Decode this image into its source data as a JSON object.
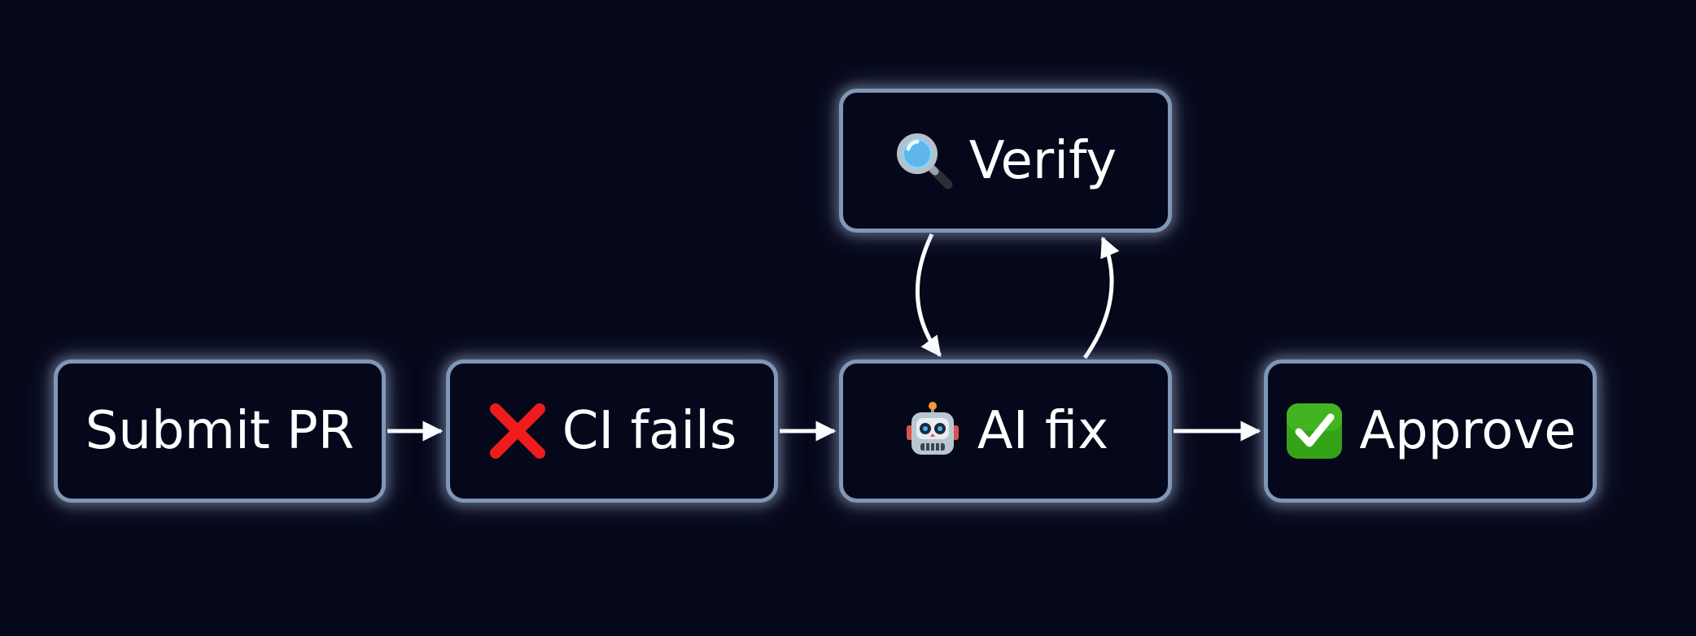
{
  "nodes": {
    "submit": {
      "label": "Submit PR",
      "icon": ""
    },
    "ci": {
      "label": "CI fails",
      "icon": "cross-mark-icon"
    },
    "aifix": {
      "label": "AI fix",
      "icon": "robot-icon"
    },
    "approve": {
      "label": "Approve",
      "icon": "check-mark-button-icon"
    },
    "verify": {
      "label": "Verify",
      "icon": "magnifying-glass-icon"
    }
  },
  "edges": [
    {
      "from": "Submit PR",
      "to": "CI fails"
    },
    {
      "from": "CI fails",
      "to": "AI fix"
    },
    {
      "from": "AI fix",
      "to": "Approve"
    },
    {
      "from": "AI fix",
      "to": "Verify"
    },
    {
      "from": "Verify",
      "to": "AI fix"
    }
  ],
  "colors": {
    "background": "#05071a",
    "node_border": "#7f97b8",
    "text": "#ffffff",
    "arrow": "#ffffff"
  }
}
